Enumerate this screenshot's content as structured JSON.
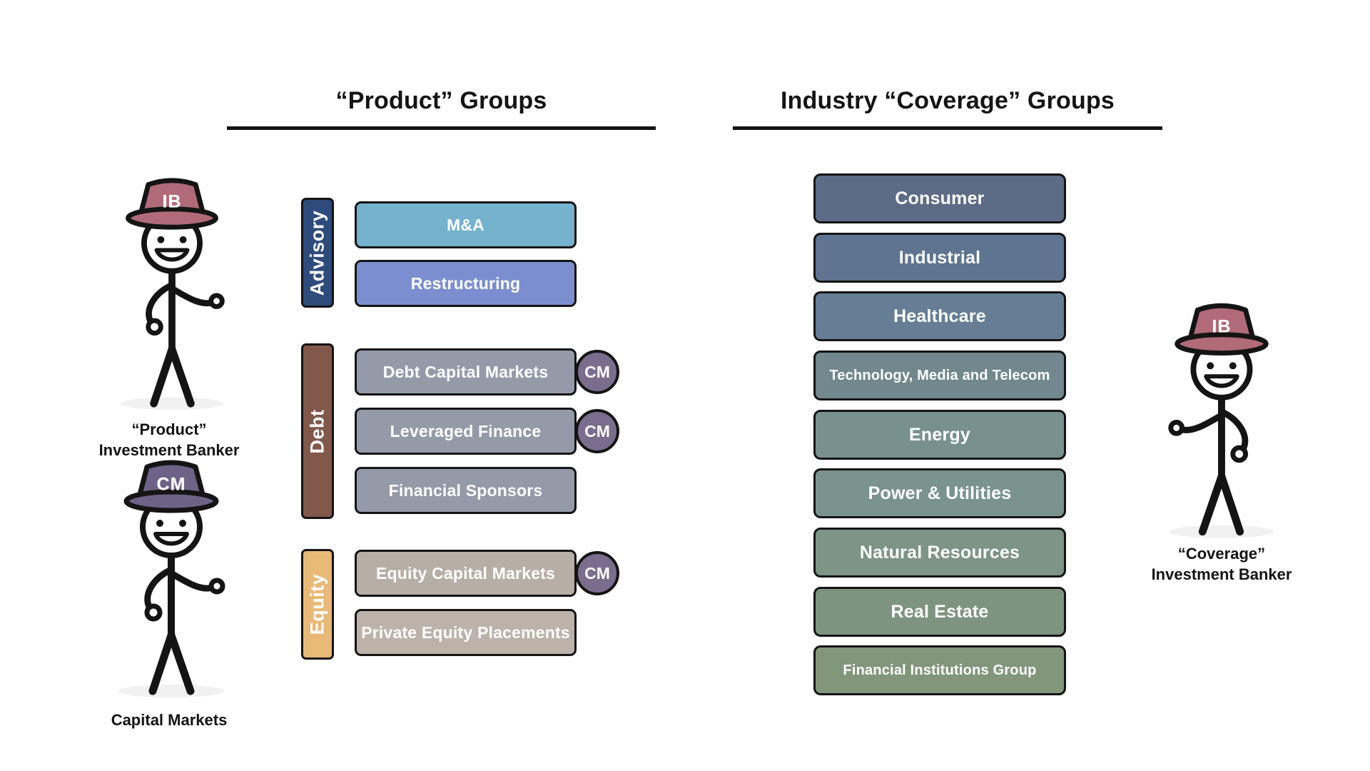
{
  "sections": {
    "product": {
      "title": "“Product” Groups",
      "groups": [
        {
          "label": "Advisory",
          "color": "#2e4b7c",
          "boxes": [
            {
              "label": "M&A",
              "color": "#74b2ce"
            },
            {
              "label": "Restructuring",
              "color": "#7b8fd0"
            }
          ]
        },
        {
          "label": "Debt",
          "color": "#82584a",
          "boxes": [
            {
              "label": "Debt Capital Markets",
              "color": "#949aa8"
            },
            {
              "label": "Leveraged Finance",
              "color": "#949aa8"
            },
            {
              "label": "Financial Sponsors",
              "color": "#949aa8"
            }
          ]
        },
        {
          "label": "Equity",
          "color": "#e9b977",
          "boxes": [
            {
              "label": "Equity Capital Markets",
              "color": "#b7aea6"
            },
            {
              "label": "Private Equity Placements",
              "color": "#bcb2a9"
            }
          ]
        }
      ],
      "cm_badge": {
        "label": "CM",
        "color": "#7a6d8d"
      }
    },
    "coverage": {
      "title": "Industry “Coverage” Groups",
      "boxes": [
        {
          "label": "Consumer",
          "color": "#5d6b87"
        },
        {
          "label": "Industrial",
          "color": "#5f7490"
        },
        {
          "label": "Healthcare",
          "color": "#657e95"
        },
        {
          "label": "Technology, Media and Telecom",
          "color": "#72878e"
        },
        {
          "label": "Energy",
          "color": "#78918f"
        },
        {
          "label": "Power & Utilities",
          "color": "#7b938e"
        },
        {
          "label": "Natural Resources",
          "color": "#7d9487"
        },
        {
          "label": "Real Estate",
          "color": "#7f947f"
        },
        {
          "label": "Financial Institutions Group",
          "color": "#82967c"
        }
      ]
    }
  },
  "figures": {
    "product_banker": {
      "hat_label": "IB",
      "hat_color": "#b06a78",
      "caption_line1": "“Product”",
      "caption_line2": "Investment Banker"
    },
    "capital_markets_banker": {
      "hat_label": "CM",
      "hat_color": "#6e6387",
      "caption": "Capital Markets"
    },
    "coverage_banker": {
      "hat_label": "IB",
      "hat_color": "#b06a78",
      "caption_line1": "“Coverage”",
      "caption_line2": "Investment Banker"
    }
  }
}
